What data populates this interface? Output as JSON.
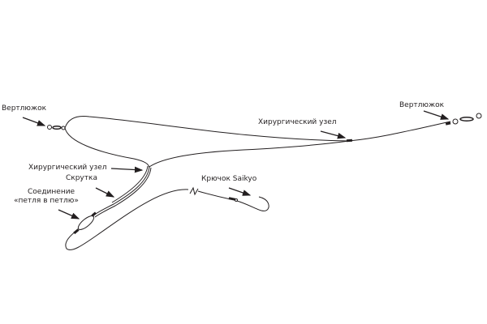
{
  "labels": {
    "swivel_left": "Вертлюжок",
    "swivel_right": "Вертлюжок",
    "surgical_knot_right": "Хирургический узел",
    "surgical_knot_left": "Хирургический узел",
    "twist": "Скрутка",
    "loop_connection_line1": "Соединение",
    "loop_connection_line2": "«петля в петлю»",
    "hook": "Крючок Saikyo"
  },
  "colors": {
    "line": "#231f20",
    "background": "#ffffff"
  }
}
